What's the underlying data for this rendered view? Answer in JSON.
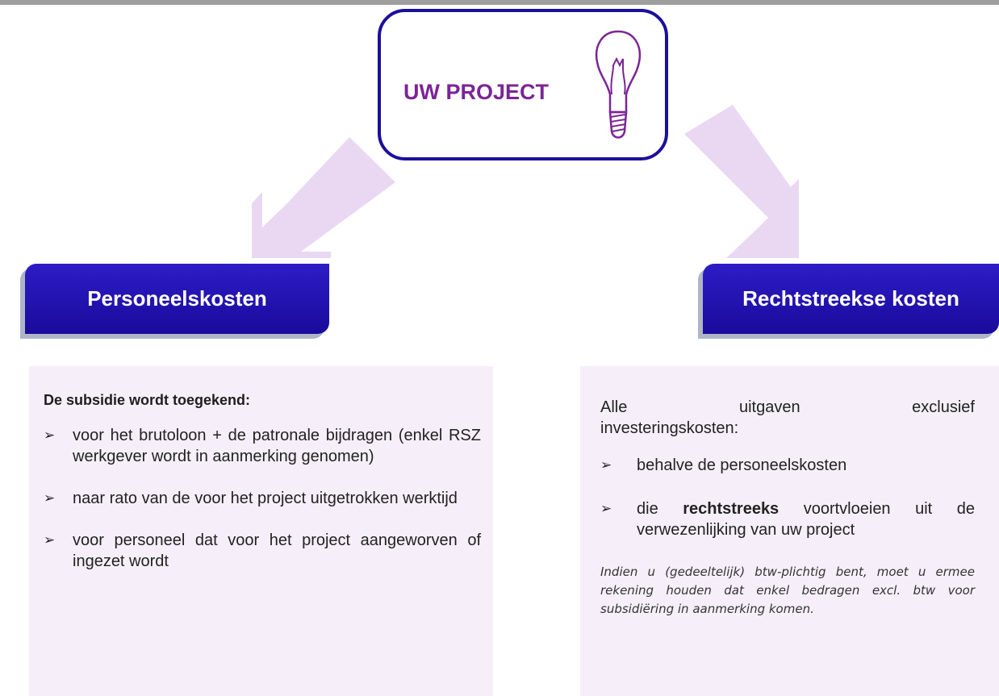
{
  "project": {
    "title": "UW PROJECT",
    "icon": "lightbulb-icon"
  },
  "headers": {
    "left": "Personeelskosten",
    "right": "Rechtstreekse kosten"
  },
  "left_panel": {
    "heading": "De subsidie wordt toegekend:",
    "bullets": [
      "voor het brutoloon + de patronale bijdragen (enkel RSZ werkgever wordt in aanmerking genomen)",
      "naar rato van de voor het project uitgetrokken werktijd",
      "voor personeel dat voor het project aangeworven of ingezet wordt"
    ]
  },
  "right_panel": {
    "intro_words": [
      "Alle",
      "uitgaven",
      "exclusief"
    ],
    "intro_line2": "investeringskosten:",
    "bullet1": "behalve de personeelskosten",
    "bullet2_bold": "rechtstreeks",
    "bullet2_pre": "die ",
    "bullet2_post": " voortvloeien uit de verwezenlijking van uw project",
    "note": "Indien u (gedeeltelijk) btw-plichtig bent, moet u ermee rekening houden dat enkel bedragen excl. btw voor subsidiëring in aanmerking komen."
  },
  "bullet_glyph": "➢",
  "colors": {
    "accent_border": "#1c0f9a",
    "header_fill": "#1a0b9c",
    "title_text": "#7b2596",
    "panel_fill": "#f6eff9",
    "arrow_fill": "#ead8f3"
  }
}
